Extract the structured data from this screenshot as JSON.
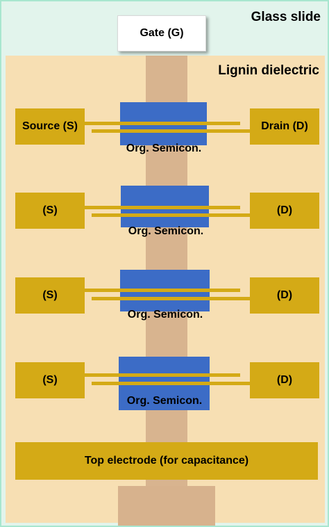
{
  "labels": {
    "glass_slide": "Glass slide",
    "lignin_dielectric": "Lignin dielectric",
    "gate": "Gate (G)",
    "top_electrode": "Top electrode (for capacitance)"
  },
  "transistors": [
    {
      "source": "Source (S)",
      "drain": "Drain (D)",
      "semiconductor": "Org. Semicon."
    },
    {
      "source": "(S)",
      "drain": "(D)",
      "semiconductor": "Org. Semicon."
    },
    {
      "source": "(S)",
      "drain": "(D)",
      "semiconductor": "Org. Semicon."
    },
    {
      "source": "(S)",
      "drain": "(D)",
      "semiconductor": "Org. Semicon."
    }
  ],
  "colors": {
    "glass": "#e2f4ec",
    "lignin": "#f7dfb3",
    "gate": "#d8b48f",
    "electrode": "#d4aa16",
    "semiconductor": "#3c6cc6"
  }
}
